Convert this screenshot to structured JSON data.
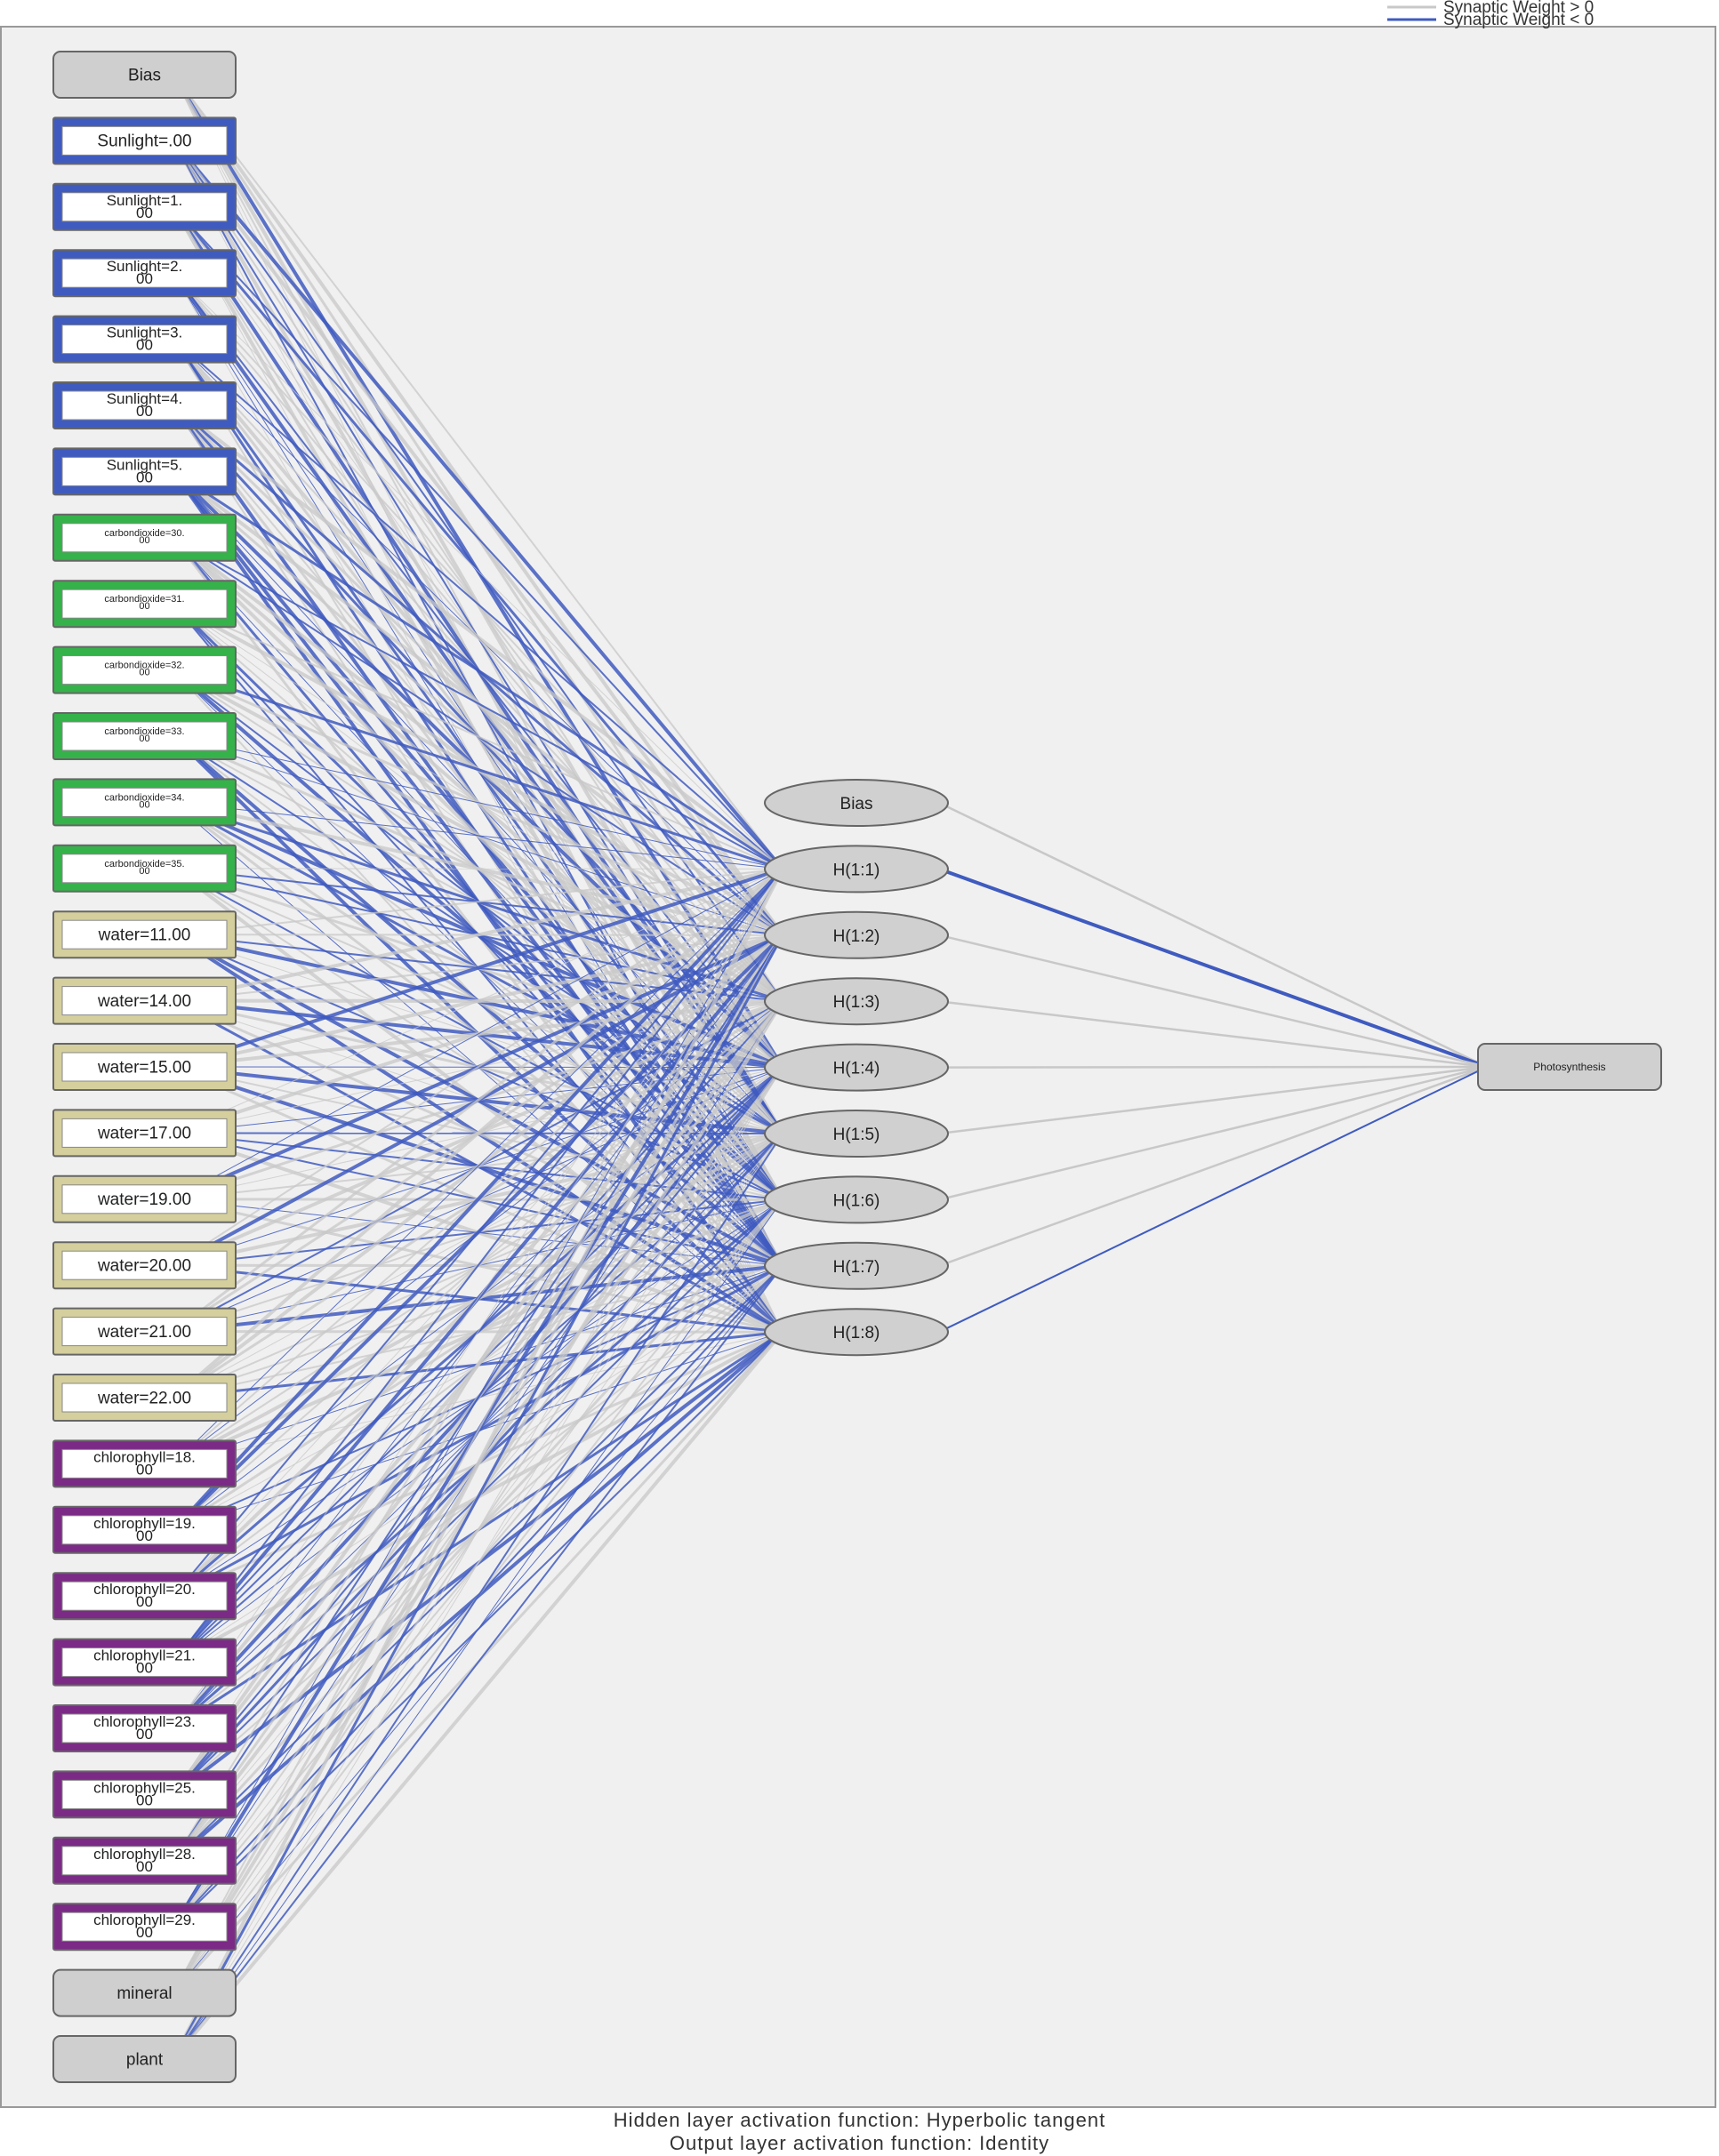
{
  "legend": {
    "positive_label": "Synaptic Weight > 0",
    "negative_label": "Synaptic Weight < 0",
    "positive_color": "#c8c8c8",
    "negative_color": "#3f5bbf"
  },
  "colors": {
    "plot_background": "#f0f0f0",
    "bias_node": "#cfcfcf",
    "sunlight": "#3f5bbf",
    "carbondioxide": "#35b24a",
    "water": "#d4cf9c",
    "chlorophyll": "#7b2a86",
    "covariate": "#cfcfcf"
  },
  "input_layer": [
    {
      "label": "Bias",
      "group": "bias"
    },
    {
      "label": "Sunlight=.00",
      "group": "sunlight"
    },
    {
      "label": "Sunlight=1.\n00",
      "group": "sunlight"
    },
    {
      "label": "Sunlight=2.\n00",
      "group": "sunlight"
    },
    {
      "label": "Sunlight=3.\n00",
      "group": "sunlight"
    },
    {
      "label": "Sunlight=4.\n00",
      "group": "sunlight"
    },
    {
      "label": "Sunlight=5.\n00",
      "group": "sunlight"
    },
    {
      "label": "carbondioxide=30.\n00",
      "group": "carbondioxide"
    },
    {
      "label": "carbondioxide=31.\n00",
      "group": "carbondioxide"
    },
    {
      "label": "carbondioxide=32.\n00",
      "group": "carbondioxide"
    },
    {
      "label": "carbondioxide=33.\n00",
      "group": "carbondioxide"
    },
    {
      "label": "carbondioxide=34.\n00",
      "group": "carbondioxide"
    },
    {
      "label": "carbondioxide=35.\n00",
      "group": "carbondioxide"
    },
    {
      "label": "water=11.00",
      "group": "water"
    },
    {
      "label": "water=14.00",
      "group": "water"
    },
    {
      "label": "water=15.00",
      "group": "water"
    },
    {
      "label": "water=17.00",
      "group": "water"
    },
    {
      "label": "water=19.00",
      "group": "water"
    },
    {
      "label": "water=20.00",
      "group": "water"
    },
    {
      "label": "water=21.00",
      "group": "water"
    },
    {
      "label": "water=22.00",
      "group": "water"
    },
    {
      "label": "chlorophyll=18.\n00",
      "group": "chlorophyll"
    },
    {
      "label": "chlorophyll=19.\n00",
      "group": "chlorophyll"
    },
    {
      "label": "chlorophyll=20.\n00",
      "group": "chlorophyll"
    },
    {
      "label": "chlorophyll=21.\n00",
      "group": "chlorophyll"
    },
    {
      "label": "chlorophyll=23.\n00",
      "group": "chlorophyll"
    },
    {
      "label": "chlorophyll=25.\n00",
      "group": "chlorophyll"
    },
    {
      "label": "chlorophyll=28.\n00",
      "group": "chlorophyll"
    },
    {
      "label": "chlorophyll=29.\n00",
      "group": "chlorophyll"
    },
    {
      "label": "mineral",
      "group": "covariate"
    },
    {
      "label": "plant",
      "group": "covariate"
    }
  ],
  "hidden_layer": [
    "Bias",
    "H(1:1)",
    "H(1:2)",
    "H(1:3)",
    "H(1:4)",
    "H(1:5)",
    "H(1:6)",
    "H(1:7)",
    "H(1:8)"
  ],
  "output_layer": [
    "Photosynthesis"
  ],
  "output_connections": [
    {
      "from": "Bias",
      "sign": "positive"
    },
    {
      "from": "H(1:1)",
      "sign": "negative"
    },
    {
      "from": "H(1:2)",
      "sign": "positive"
    },
    {
      "from": "H(1:3)",
      "sign": "positive"
    },
    {
      "from": "H(1:4)",
      "sign": "positive"
    },
    {
      "from": "H(1:5)",
      "sign": "positive"
    },
    {
      "from": "H(1:6)",
      "sign": "positive"
    },
    {
      "from": "H(1:7)",
      "sign": "positive"
    },
    {
      "from": "H(1:8)",
      "sign": "negative"
    }
  ],
  "footer": {
    "hidden_activation": "Hidden layer activation function: Hyperbolic tangent",
    "output_activation": "Output layer activation function: Identity"
  }
}
